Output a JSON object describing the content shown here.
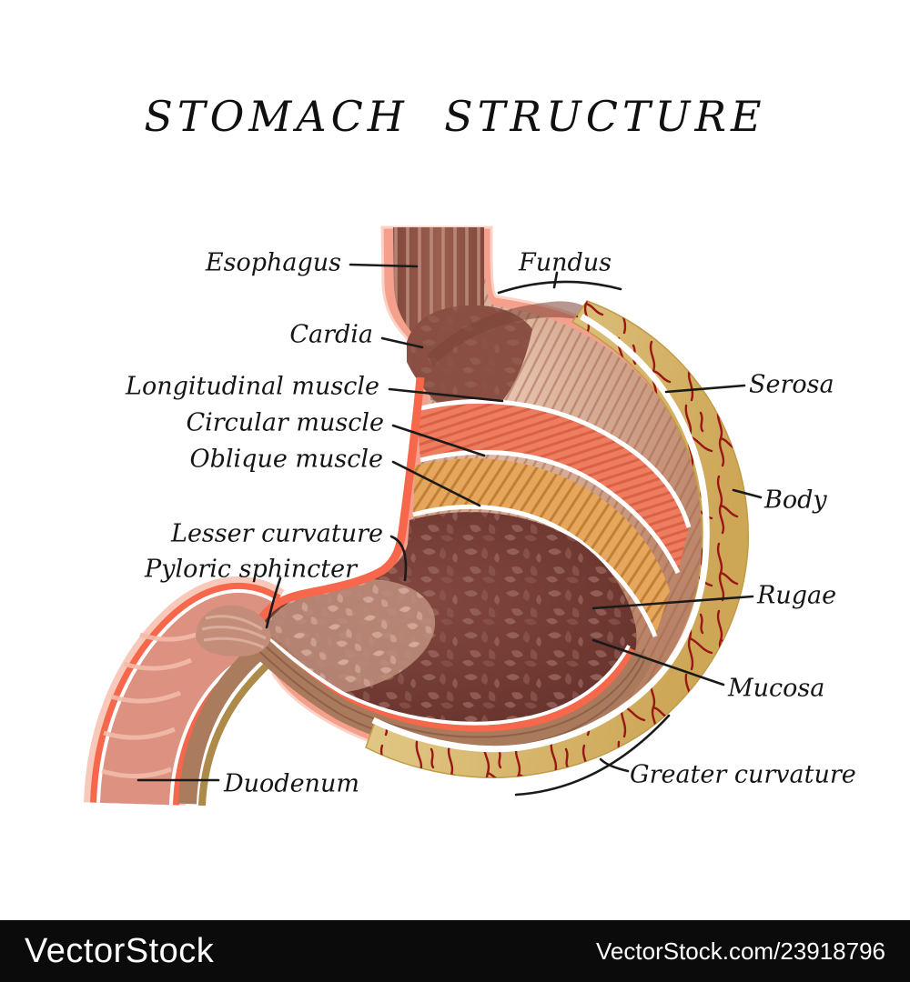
{
  "title": "STOMACH  STRUCTURE",
  "labels": {
    "esophagus": "Esophagus",
    "fundus": "Fundus",
    "cardia": "Cardia",
    "longitudinal_muscle": "Longitudinal muscle",
    "circular_muscle": "Circular muscle",
    "oblique_muscle": "Oblique muscle",
    "lesser_curvature": "Lesser curvature",
    "pyloric_sphincter": "Pyloric sphincter",
    "serosa": "Serosa",
    "body": "Body",
    "rugae": "Rugae",
    "mucosa": "Mucosa",
    "greater_curvature": "Greater curvature",
    "duodenum": "Duodenum"
  },
  "watermark": {
    "brand": "VectorStock",
    "image_ref": "VectorStock.com/23918796"
  },
  "colors": {
    "outer_rim_pink": "#f59f8d",
    "esophagus_maroon": "#8e5243",
    "longitudinal_muscle_tan": "#c08a6f",
    "circular_muscle_salmon": "#ee7c5f",
    "oblique_muscle_orange": "#e6a75c",
    "mucosa_interior_brown": "#6f3b33",
    "mucosa_lining_salmon": "#f6674b",
    "muscularis_brown": "#aa7a5d",
    "serosa_tan": "#dcc381",
    "vessel_red": "#9a1515",
    "duodenum_pink": "#dd9181",
    "leader_line": "#1a1a1a",
    "watermark_bg": "#0b0b0b"
  }
}
